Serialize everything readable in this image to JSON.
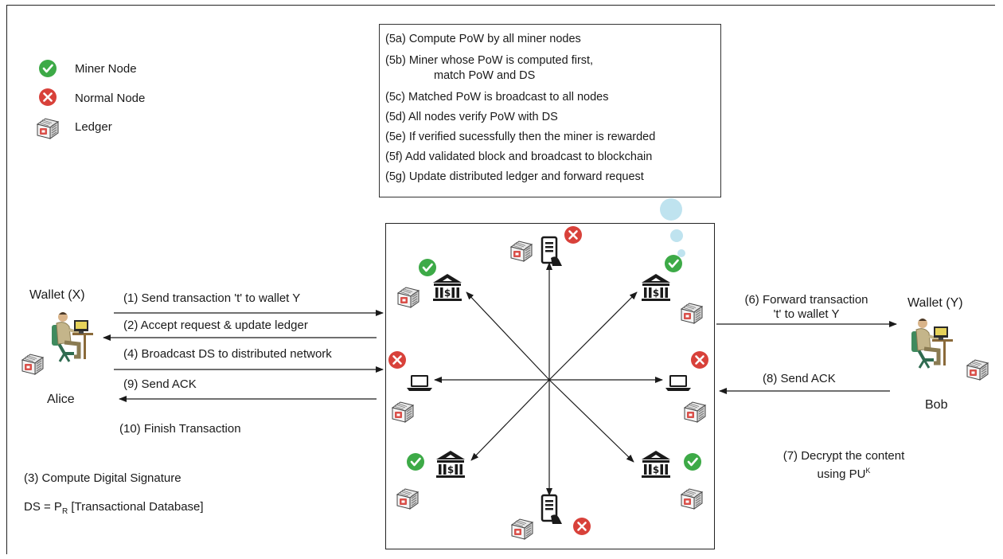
{
  "legend": {
    "miner": "Miner Node",
    "normal": "Normal Node",
    "ledger": "Ledger"
  },
  "steps": [
    "(5a) Compute PoW by all miner nodes",
    "(5b) Miner whose PoW is computed first,",
    "match PoW and DS",
    "(5c) Matched PoW is broadcast to all nodes",
    "(5d) All nodes verify PoW with DS",
    "(5e) If verified sucessfully then the miner is rewarded",
    "(5f) Add validated block and broadcast to blockchain",
    "(5g) Update distributed ledger and forward request"
  ],
  "alice": {
    "wallet": "Wallet (X)",
    "name": "Alice"
  },
  "bob": {
    "wallet": "Wallet (Y)",
    "name": "Bob"
  },
  "left_messages": {
    "m1": "(1) Send transaction 't' to wallet Y",
    "m2": "(2) Accept request & update ledger",
    "m4": "(4) Broadcast DS to distributed network",
    "m9": "(9) Send ACK",
    "m10": "(10) Finish Transaction"
  },
  "right_messages": {
    "m6a": "(6) Forward transaction",
    "m6b": "'t' to wallet Y",
    "m8": "(8) Send ACK",
    "m7a": "(7) Decrypt the content",
    "m7b_prefix": "using PU",
    "m7b_sup": "K"
  },
  "signature": {
    "step": "(3) Compute Digital Signature",
    "ds_prefix": "DS = P",
    "ds_sub": "R",
    "ds_suffix": " [Transactional Database]"
  },
  "colors": {
    "miner_check": "#3daa47",
    "normal_cross": "#d8413a",
    "ledger_red": "#d9504a",
    "bubble": "#bfe3ef",
    "ink": "#1a1a1a"
  }
}
